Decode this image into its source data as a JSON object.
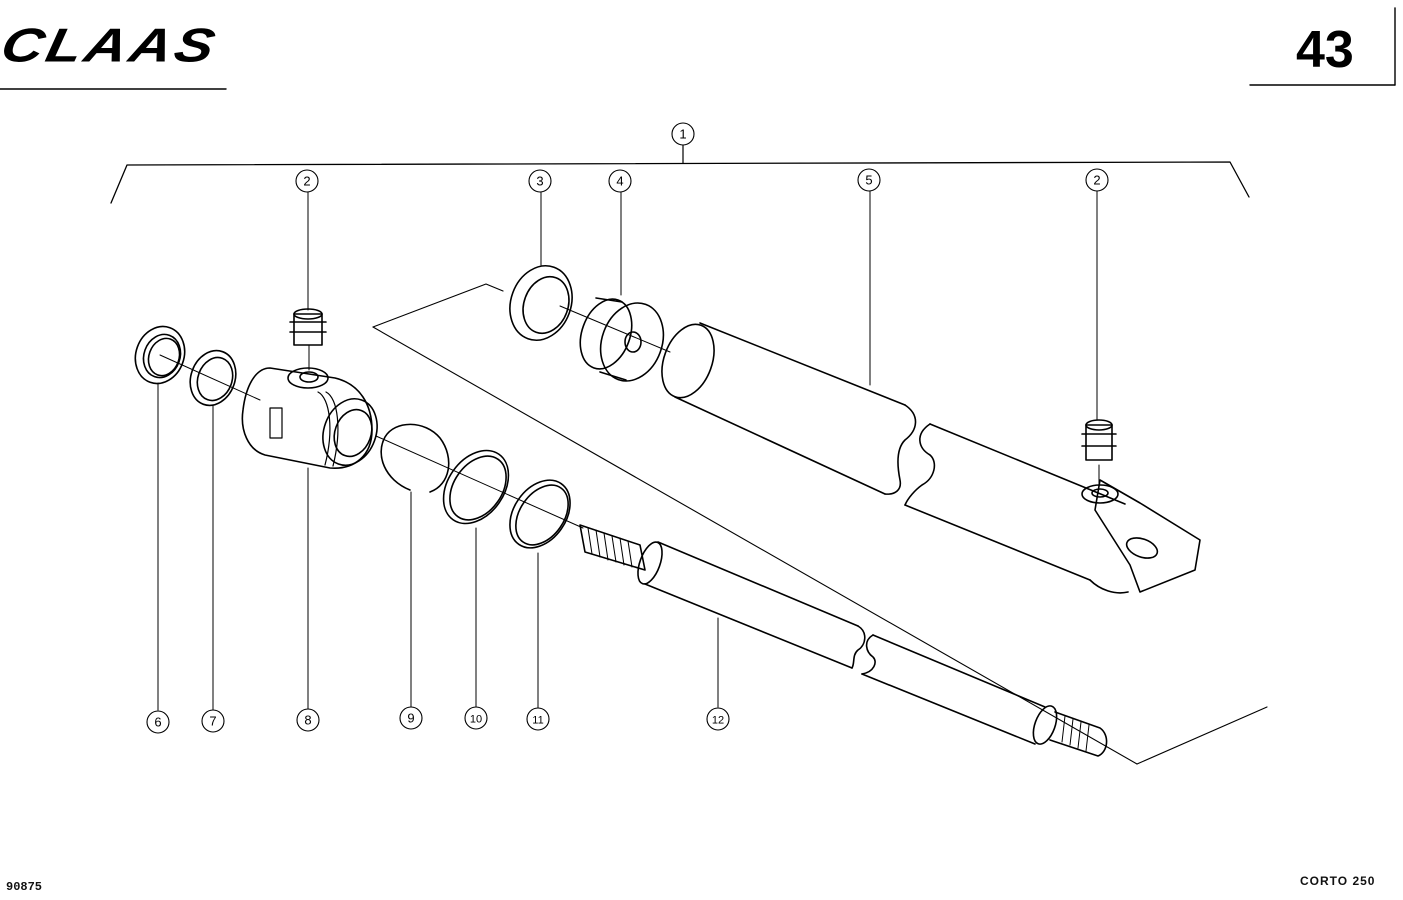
{
  "header": {
    "brand": "CLAAS",
    "page_number": "43"
  },
  "footer": {
    "drawing_code": "90875",
    "model": "CORTO 250"
  },
  "callouts": [
    "1",
    "2",
    "2",
    "3",
    "4",
    "5",
    "6",
    "7",
    "8",
    "9",
    "10",
    "11",
    "12"
  ]
}
